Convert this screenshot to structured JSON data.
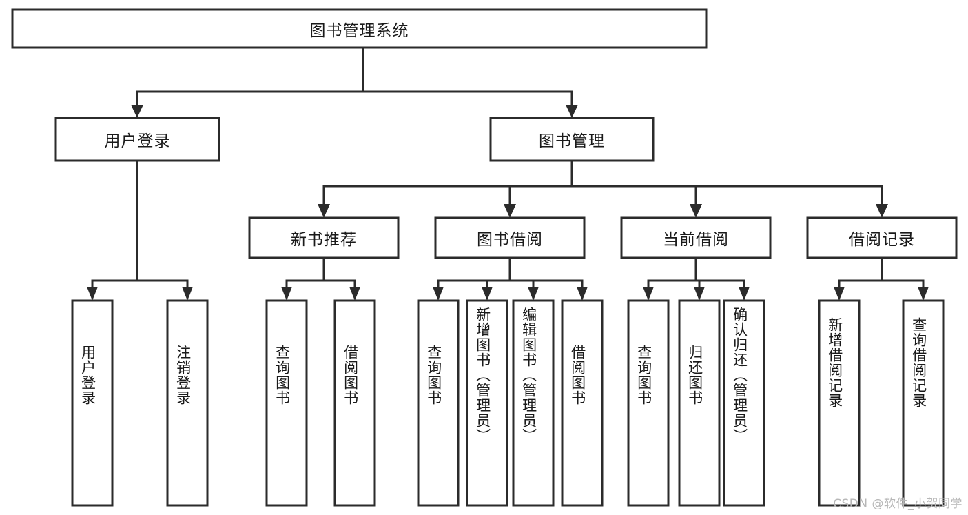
{
  "diagram": {
    "title": "图书管理系统",
    "type": "tree-hierarchy",
    "root": {
      "label": "图书管理系统"
    },
    "level2": [
      {
        "label": "用户登录"
      },
      {
        "label": "图书管理"
      }
    ],
    "level3": [
      {
        "label": "新书推荐"
      },
      {
        "label": "图书借阅"
      },
      {
        "label": "当前借阅"
      },
      {
        "label": "借阅记录"
      }
    ],
    "leaves": {
      "user_login": [
        {
          "label": "用户登录"
        },
        {
          "label": "注销登录"
        }
      ],
      "new_book_recommend": [
        {
          "label": "查询图书"
        },
        {
          "label": "借阅图书"
        }
      ],
      "book_borrow": [
        {
          "label": "查询图书"
        },
        {
          "label": "新增图书（管理员）"
        },
        {
          "label": "编辑图书（管理员）"
        },
        {
          "label": "借阅图书"
        }
      ],
      "current_borrow": [
        {
          "label": "查询图书"
        },
        {
          "label": "归还图书"
        },
        {
          "label": "确认归还（管理员）"
        }
      ],
      "borrow_record": [
        {
          "label": "新增借阅记录"
        },
        {
          "label": "查询借阅记录"
        }
      ]
    }
  },
  "watermark": {
    "text": "CSDN @软件_小贺同学"
  },
  "colors": {
    "box_stroke": "#2b2b2b",
    "box_fill": "#ffffff",
    "text": "#1a1a1a",
    "background": "#ffffff",
    "watermark": "#b7b7b7"
  }
}
